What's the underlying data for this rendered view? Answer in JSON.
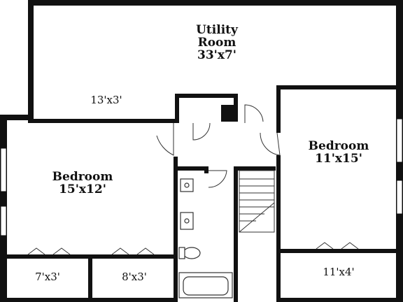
{
  "rooms": {
    "utility": {
      "name_line1": "Utility",
      "name_line2": "Room",
      "dimensions": "33'x7'"
    },
    "closet_top": {
      "dimensions": "13'x3'"
    },
    "bedroom_left": {
      "name": "Bedroom",
      "dimensions": "15'x12'"
    },
    "bedroom_right": {
      "name": "Bedroom",
      "dimensions": "11'x15'"
    },
    "closet_left_a": {
      "dimensions": "7'x3'"
    },
    "closet_left_b": {
      "dimensions": "8'x3'"
    },
    "closet_right": {
      "dimensions": "11'x4'"
    }
  },
  "colors": {
    "wall": "#111111",
    "background": "#ffffff",
    "line": "#333333"
  }
}
